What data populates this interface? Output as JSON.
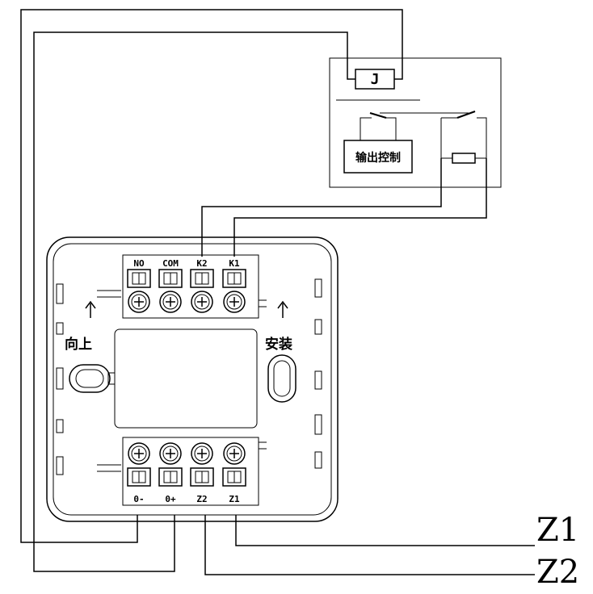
{
  "relay_box": {
    "relay_label": "J",
    "control_label": "输出控制"
  },
  "module": {
    "top_terminals": [
      "NO",
      "COM",
      "K2",
      "K1"
    ],
    "bottom_terminals": [
      "0-",
      "0+",
      "Z2",
      "Z1"
    ],
    "left_text": "向上",
    "right_text": "安装"
  },
  "bus_labels": {
    "z1": "Z1",
    "z2": "Z2"
  }
}
